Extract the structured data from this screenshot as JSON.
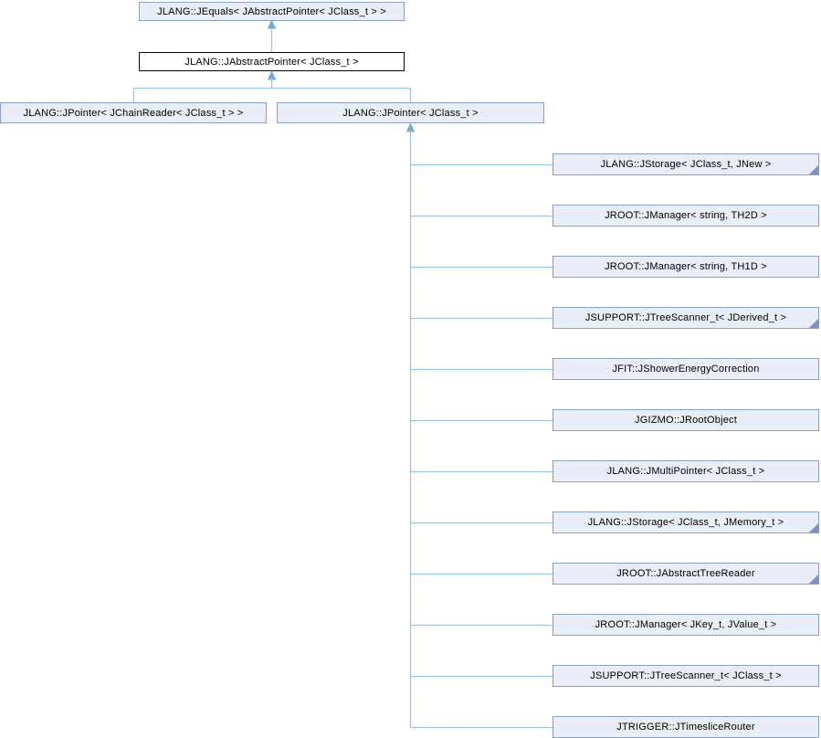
{
  "diagram": {
    "type": "class-inheritance-graph",
    "root": {
      "label": "JLANG::JEquals< JAbstractPointer< JClass_t > >"
    },
    "current": {
      "label": "JLANG::JAbstractPointer< JClass_t >"
    },
    "children": [
      {
        "label": "JLANG::JPointer< JChainReader< JClass_t > >"
      },
      {
        "label": "JLANG::JPointer< JClass_t >"
      }
    ],
    "derived": [
      {
        "label": "JLANG::JStorage< JClass_t, JNew >",
        "has_subclasses": true
      },
      {
        "label": "JROOT::JManager< string, TH2D >",
        "has_subclasses": false
      },
      {
        "label": "JROOT::JManager< string, TH1D >",
        "has_subclasses": false
      },
      {
        "label": "JSUPPORT::JTreeScanner_t< JDerived_t >",
        "has_subclasses": true
      },
      {
        "label": "JFIT::JShowerEnergyCorrection",
        "has_subclasses": false
      },
      {
        "label": "JGIZMO::JRootObject",
        "has_subclasses": false
      },
      {
        "label": "JLANG::JMultiPointer< JClass_t >",
        "has_subclasses": false
      },
      {
        "label": "JLANG::JStorage< JClass_t, JMemory_t >",
        "has_subclasses": true
      },
      {
        "label": "JROOT::JAbstractTreeReader",
        "has_subclasses": true
      },
      {
        "label": "JROOT::JManager< JKey_t, JValue_t >",
        "has_subclasses": false
      },
      {
        "label": "JSUPPORT::JTreeScanner_t< JClass_t >",
        "has_subclasses": false
      },
      {
        "label": "JTRIGGER::JTimesliceRouter",
        "has_subclasses": false
      }
    ],
    "colors": {
      "background": "#ffffff",
      "node_fill": "#E8EDF7",
      "node_border": "#8B9DC9",
      "current_fill": "#ffffff",
      "current_border": "#000000",
      "edge": "#9DC7E9",
      "arrowhead": "#74A9D8",
      "fold": "#7C92C2",
      "text": "#000000"
    }
  }
}
